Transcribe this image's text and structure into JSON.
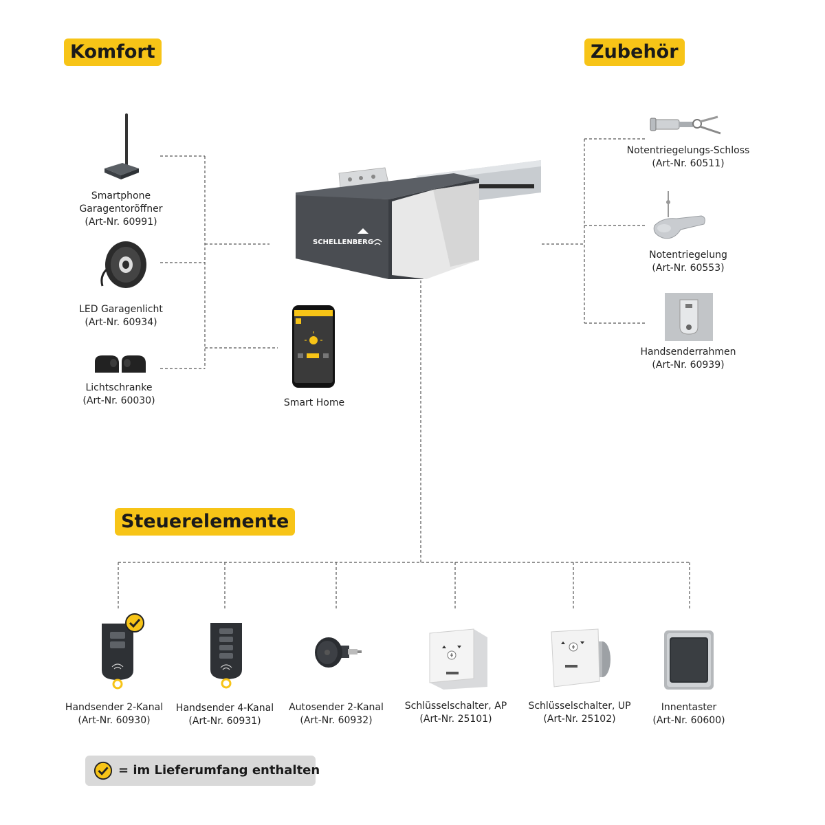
{
  "sections": {
    "komfort": "Komfort",
    "zubehoer": "Zubehör",
    "steuerelemente": "Steuerelemente"
  },
  "motor": {
    "brand": "SCHELLENBERG"
  },
  "komfort_items": [
    {
      "name": "Smartphone",
      "name2": "Garagentoröffner",
      "art": "(Art-Nr. 60991)",
      "icon": "antenna-icon"
    },
    {
      "name": "LED Garagenlicht",
      "art": "(Art-Nr. 60934)",
      "icon": "led-strip-icon"
    },
    {
      "name": "Lichtschranke",
      "art": "(Art-Nr. 60030)",
      "icon": "light-barrier-icon"
    }
  ],
  "smart_home": {
    "name": "Smart Home",
    "icon": "smartphone-icon"
  },
  "zubehoer_items": [
    {
      "name": "Notentriegelungs-Schloss",
      "art": "(Art-Nr. 60511)",
      "icon": "key-lock-icon"
    },
    {
      "name": "Notentriegelung",
      "art": "(Art-Nr. 60553)",
      "icon": "release-handle-icon"
    },
    {
      "name": "Handsenderrahmen",
      "art": "(Art-Nr. 60939)",
      "icon": "remote-holder-icon"
    }
  ],
  "steuer_items": [
    {
      "name": "Handsender 2-Kanal",
      "art": "(Art-Nr. 60930)",
      "icon": "remote-2ch-icon",
      "included": true
    },
    {
      "name": "Handsender 4-Kanal",
      "art": "(Art-Nr. 60931)",
      "icon": "remote-4ch-icon",
      "included": false
    },
    {
      "name": "Autosender 2-Kanal",
      "art": "(Art-Nr. 60932)",
      "icon": "car-sender-icon",
      "included": false
    },
    {
      "name": "Schlüsselschalter, AP",
      "art": "(Art-Nr. 25101)",
      "icon": "key-switch-ap-icon",
      "included": false
    },
    {
      "name": "Schlüsselschalter, UP",
      "art": "(Art-Nr. 25102)",
      "icon": "key-switch-up-icon",
      "included": false
    },
    {
      "name": "Innentaster",
      "art": "(Art-Nr. 60600)",
      "icon": "wall-button-icon",
      "included": false
    }
  ],
  "legend": {
    "text": "= im Lieferumfang enthalten",
    "icon": "check-circle-icon"
  },
  "colors": {
    "accent": "#f7c417",
    "motor": "#4a4d52",
    "line": "#555555",
    "legend_bg": "#d9d9d9"
  }
}
